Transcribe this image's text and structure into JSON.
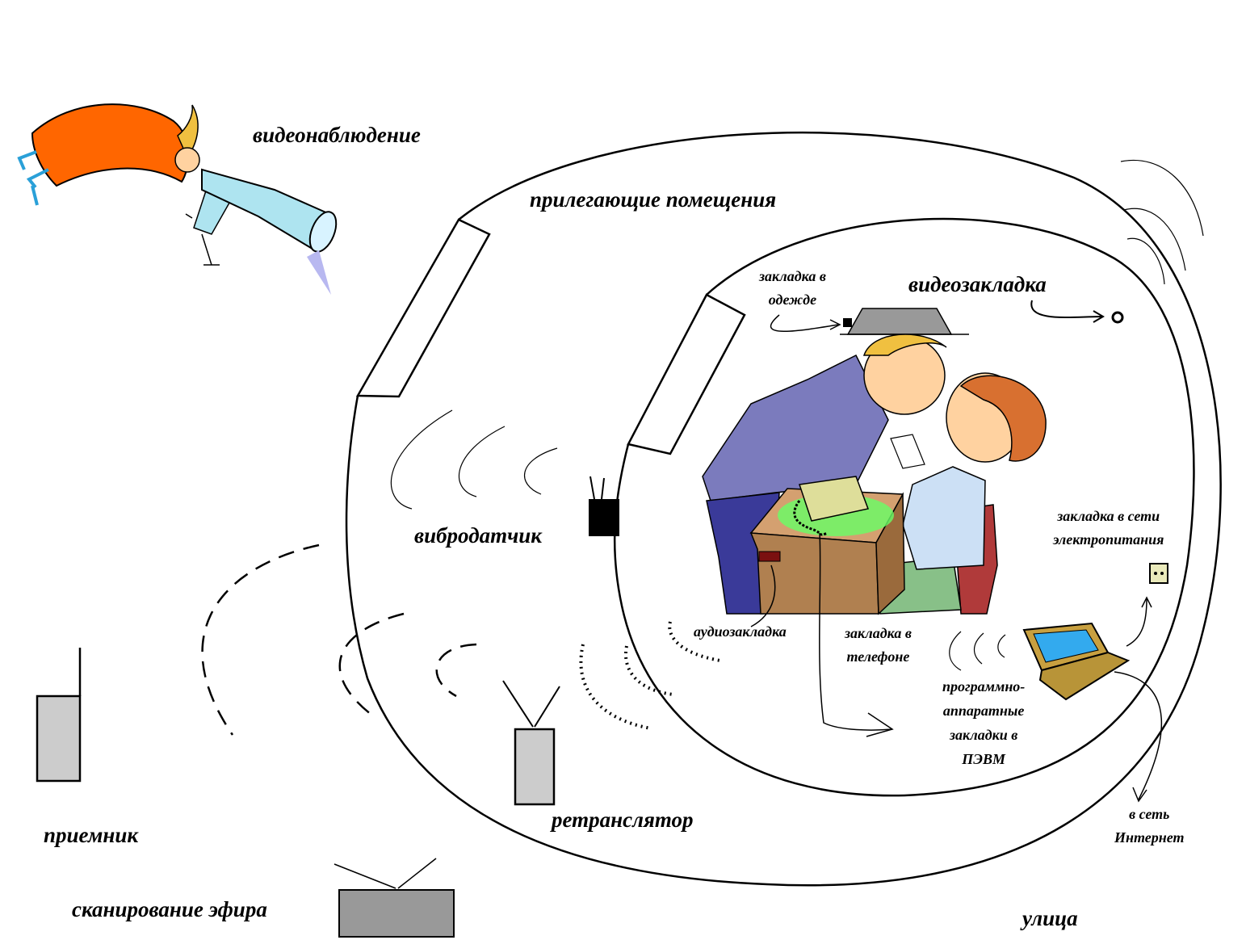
{
  "labels": {
    "video_surveillance": "видеонаблюдение",
    "adjacent_rooms": "прилегающие помещения",
    "clothing_bug_line1": "закладка в",
    "clothing_bug_line2": "одежде",
    "video_bug": "видеозакладка",
    "vibration_sensor": "вибродатчик",
    "power_bug_line1": "закладка в сети",
    "power_bug_line2": "электропитания",
    "audio_bug": "аудиозакладка",
    "phone_bug_line1": "закладка в",
    "phone_bug_line2": "телефоне",
    "pc_bug_line1": "программно-",
    "pc_bug_line2": "аппаратные",
    "pc_bug_line3": "закладки в",
    "pc_bug_line4": "ПЭВМ",
    "internet_line1": "в сеть",
    "internet_line2": "Интернет",
    "receiver": "приемник",
    "repeater": "ретранслятор",
    "air_scanning": "сканирование эфира",
    "street": "улица"
  },
  "colors": {
    "outline": "#000000",
    "device_gray": "#cccccc",
    "scanner_gray": "#999999",
    "spy_coat": "#ff6600",
    "telescope": "#aee4f0",
    "man_shirt": "#7b7bbd",
    "man_pants": "#3a3a99",
    "boy_shirt": "#cce0f5",
    "desk": "#b08050",
    "chair": "#b03a3a",
    "glow": "#66ff66",
    "laptop": "#c8a040",
    "screen": "#33aaee"
  }
}
